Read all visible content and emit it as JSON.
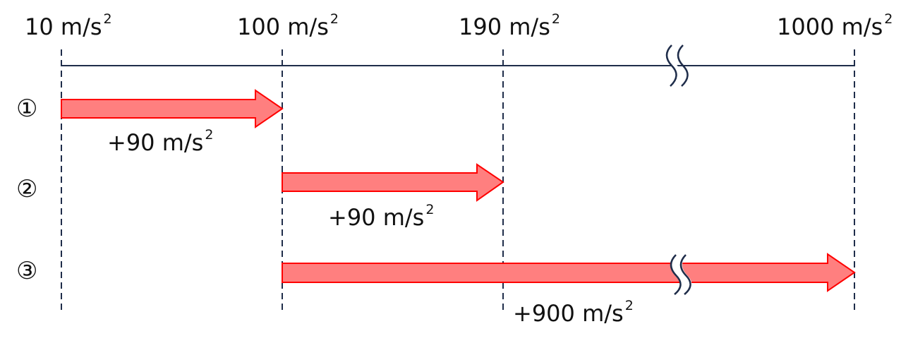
{
  "axis": {
    "ticks": [
      {
        "value": "10",
        "unit": "m/s",
        "exp": "2"
      },
      {
        "value": "100",
        "unit": "m/s",
        "exp": "2"
      },
      {
        "value": "190",
        "unit": "m/s",
        "exp": "2"
      },
      {
        "value": "1000",
        "unit": "m/s",
        "exp": "2"
      }
    ]
  },
  "steps": [
    {
      "marker": "①",
      "from": 10,
      "to": 100,
      "delta": "+90",
      "unit": "m/s",
      "exp": "2"
    },
    {
      "marker": "②",
      "from": 100,
      "to": 190,
      "delta": "+90",
      "unit": "m/s",
      "exp": "2"
    },
    {
      "marker": "③",
      "from": 100,
      "to": 1000,
      "delta": "+900",
      "unit": "m/s",
      "exp": "2"
    }
  ],
  "colors": {
    "arrow_fill": "#ff7f7f",
    "arrow_stroke": "#ff0000",
    "line": "#1f2d4a"
  }
}
